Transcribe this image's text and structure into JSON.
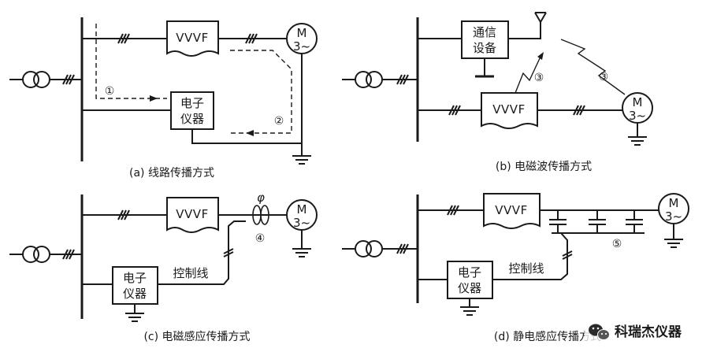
{
  "panels": {
    "a": {
      "caption": "(a) 线路传播方式",
      "vvvf": "VVVF",
      "motor_top": "M",
      "motor_bottom": "3~",
      "instrument_line1": "电子",
      "instrument_line2": "仪器",
      "path_1": "①",
      "path_2": "②"
    },
    "b": {
      "caption": "(b) 电磁波传播方式",
      "comm_line1": "通信",
      "comm_line2": "设备",
      "vvvf": "VVVF",
      "motor_top": "M",
      "motor_bottom": "3~",
      "path_3a": "③",
      "path_3b": "③"
    },
    "c": {
      "caption": "(c) 电磁感应传播方式",
      "vvvf": "VVVF",
      "motor_top": "M",
      "motor_bottom": "3~",
      "phi": "φ",
      "path_4": "④",
      "instrument_line1": "电子",
      "instrument_line2": "仪器",
      "control_line": "控制线"
    },
    "d": {
      "caption": "(d) 静电感应传播方式",
      "vvvf": "VVVF",
      "motor_top": "M",
      "motor_bottom": "3~",
      "path_5": "⑤",
      "instrument_line1": "电子",
      "instrument_line2": "仪器",
      "control_line": "控制线"
    }
  },
  "watermark": {
    "text": "科瑞杰仪器",
    "icon": "wechat-icon"
  }
}
